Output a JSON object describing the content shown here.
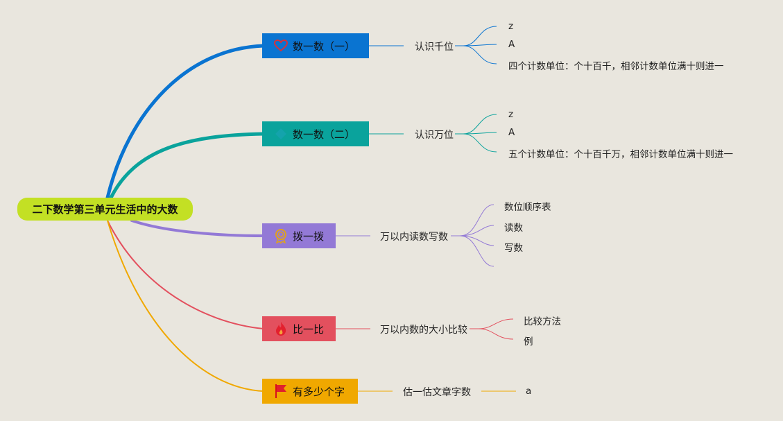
{
  "root": {
    "label": "二下数学第三单元生活中的大数"
  },
  "colors": {
    "background": "#e9e6de",
    "root": "#c3e024",
    "branch1": "#0a74d1",
    "branch2": "#0aa39c",
    "branch3": "#9379d6",
    "branch4": "#e3505e",
    "branch5": "#f0a800"
  },
  "branches": [
    {
      "label": "数一数（一）",
      "icon": "heart-icon",
      "sub": "认识千位",
      "leaves": [
        "z",
        "A",
        "四个计数单位：个十百千，相邻计数单位满十则进一"
      ]
    },
    {
      "label": "数一数（二）",
      "icon": "diamond-icon",
      "sub": "认识万位",
      "leaves": [
        "z",
        "A",
        "五个计数单位：个十百千万，相邻计数单位满十则进一"
      ]
    },
    {
      "label": "拨一拨",
      "icon": "medal-icon",
      "sub": "万以内读数写数",
      "leaves": [
        "数位顺序表",
        "读数",
        "写数",
        ""
      ]
    },
    {
      "label": "比一比",
      "icon": "fire-icon",
      "sub": "万以内数的大小比较",
      "leaves": [
        "比较方法",
        "例"
      ]
    },
    {
      "label": "有多少个字",
      "icon": "flag-icon",
      "sub": "估一估文章字数",
      "leaves": [
        "a"
      ]
    }
  ]
}
